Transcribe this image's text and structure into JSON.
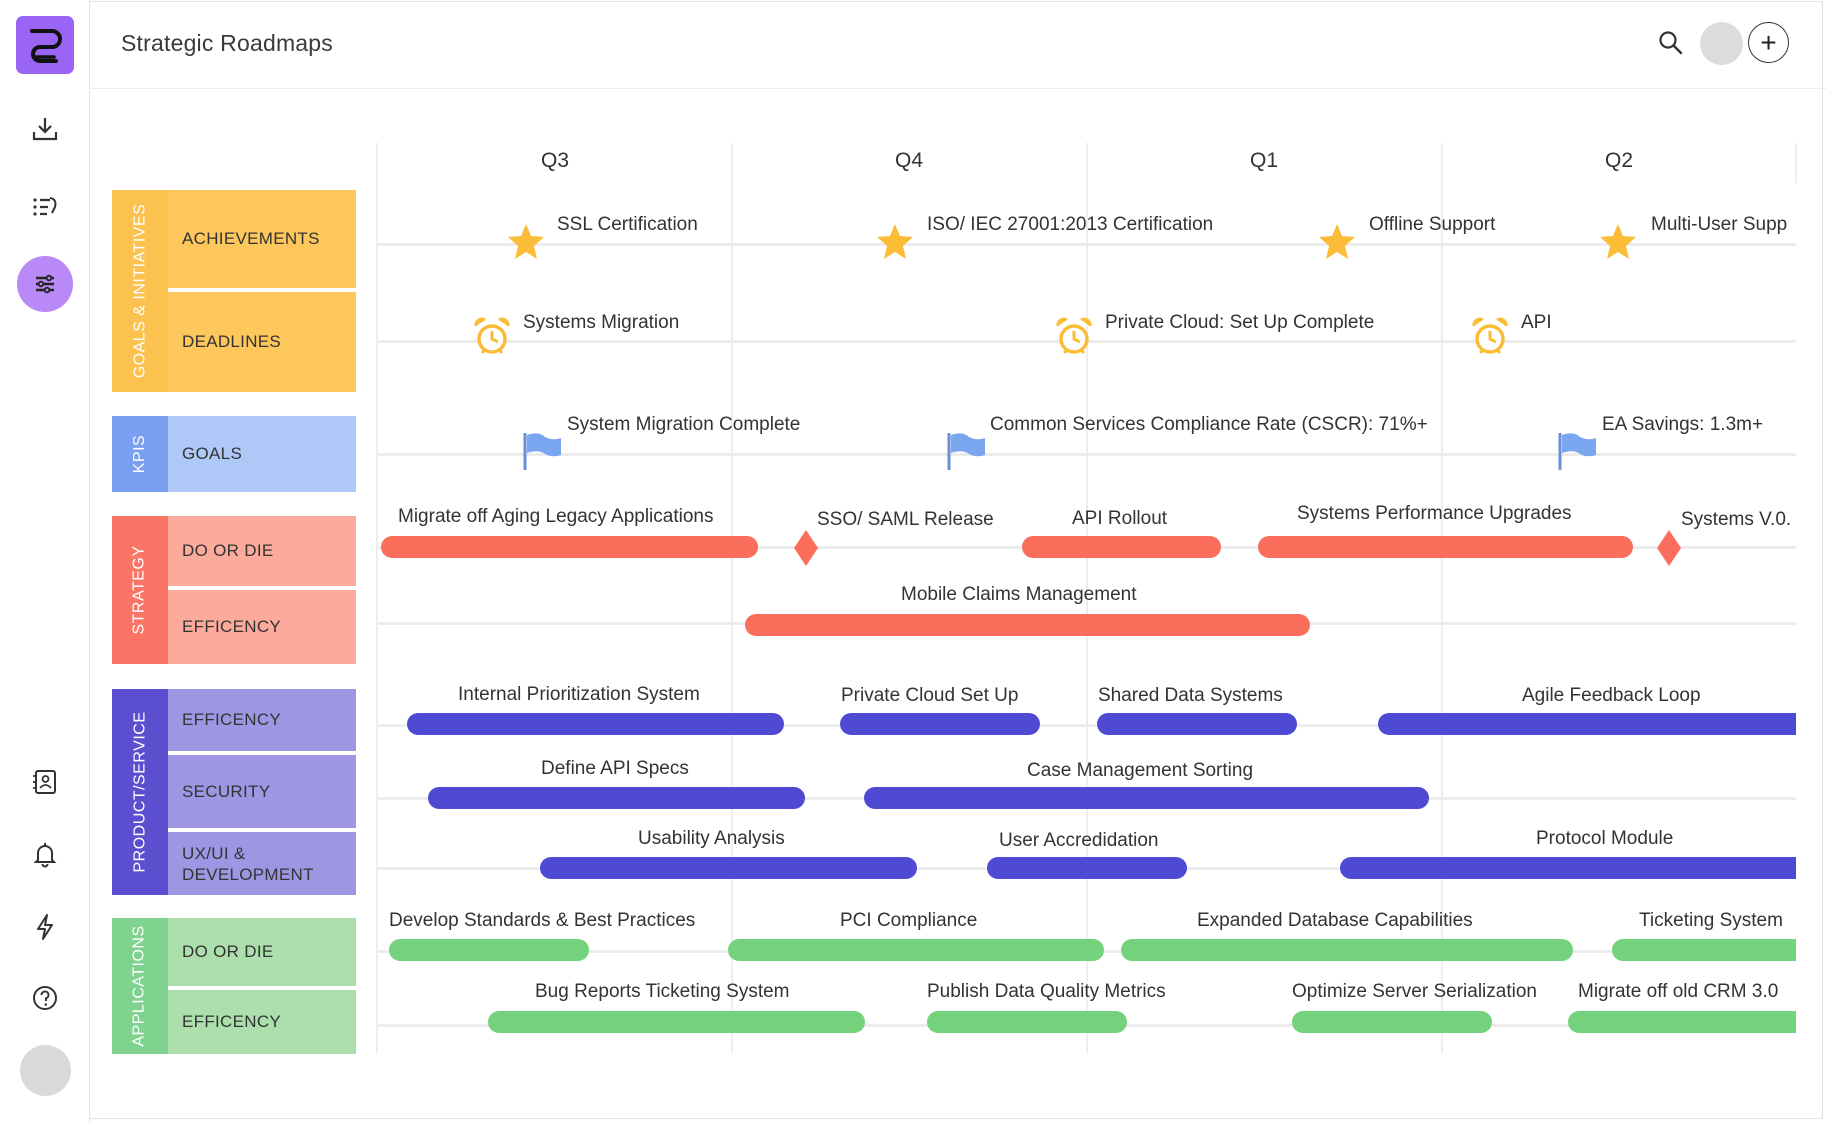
{
  "app": {
    "title": "Strategic Roadmaps"
  },
  "rail": {
    "icons": [
      "logo-icon",
      "download-icon",
      "list-icon",
      "roadmap-icon",
      "contacts-icon",
      "bell-icon",
      "lightning-icon",
      "help-icon"
    ]
  },
  "header": {
    "add_label": "+"
  },
  "colors": {
    "yellow": "#fdc75c",
    "yellow_tab": "#fcc24f",
    "blue_tab": "#7b9ff0",
    "blue_lane": "#aec8f7",
    "red_tab": "#fb7566",
    "red_lane": "#fcaa9c",
    "red_bar": "#fc6e5c",
    "purple_tab": "#5b4fcf",
    "purple_lane": "#9e96e3",
    "purple_bar": "#4f4ad3",
    "green_tab": "#7fd38e",
    "green_lane": "#acdfab",
    "green_bar": "#73d27b",
    "star": "#fbbd38",
    "accent": "#9a64f5"
  },
  "quarters": [
    "Q3",
    "Q4",
    "Q1",
    "Q2"
  ],
  "groups": [
    {
      "name": "GOALS & INITIATIVES",
      "lanes": [
        "ACHIEVEMENTS",
        "DEADLINES"
      ]
    },
    {
      "name": "KPIS",
      "lanes": [
        "GOALS"
      ]
    },
    {
      "name": "STRATEGY",
      "lanes": [
        "DO OR DIE",
        "EFFICENCY"
      ]
    },
    {
      "name": "PRODUCT/SERVICE",
      "lanes": [
        "EFFICENCY",
        "SECURITY",
        "UX/UI & DEVELOPMENT"
      ]
    },
    {
      "name": "APPLICATIONS",
      "lanes": [
        "DO OR DIE",
        "EFFICENCY"
      ]
    }
  ],
  "achievements": [
    "SSL Certification",
    "ISO/ IEC 27001:2013 Certification",
    "Offline Support",
    "Multi-User Supp"
  ],
  "deadlines": [
    "Systems Migration",
    "Private Cloud: Set Up Complete",
    "API"
  ],
  "kpi_goals": [
    "System Migration Complete",
    "Common Services Compliance Rate (CSCR): 71%+",
    "EA Savings: 1.3m+"
  ],
  "strategy_do_or_die": [
    "Migrate off Aging Legacy Applications",
    "SSO/ SAML Release",
    "API Rollout",
    "Systems Performance Upgrades",
    "Systems V.0."
  ],
  "strategy_efficency": [
    "Mobile Claims Management"
  ],
  "product_efficency": [
    "Internal Prioritization System",
    "Private Cloud Set Up",
    "Shared Data Systems",
    "Agile Feedback Loop"
  ],
  "product_security": [
    "Define API Specs",
    "Case Management Sorting"
  ],
  "product_ux": [
    "Usability Analysis",
    "User Accredidation",
    "Protocol Module"
  ],
  "apps_do_or_die": [
    "Develop Standards & Best Practices",
    "PCI Compliance",
    "Expanded Database Capabilities",
    "Ticketing System"
  ],
  "apps_efficency": [
    "Bug Reports Ticketing System",
    "Publish Data Quality Metrics",
    "Optimize Server Serialization",
    "Migrate off old CRM 3.0"
  ]
}
